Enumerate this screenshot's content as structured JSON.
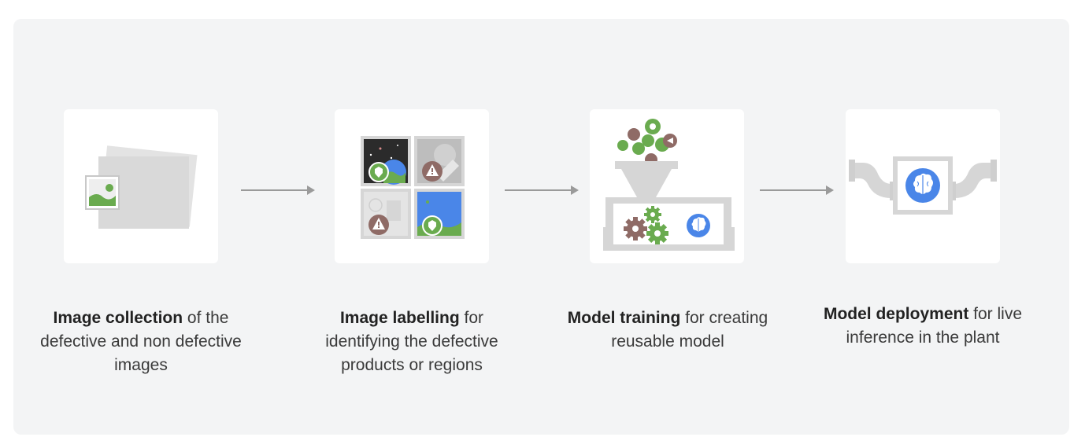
{
  "steps": [
    {
      "title": "Image collection",
      "rest": "of the defective and non defective images"
    },
    {
      "title": "Image labelling",
      "rest": "for identifying the defective products or regions"
    },
    {
      "title": "Model training",
      "rest": "for creating reusable model"
    },
    {
      "title": "Model deployment",
      "rest": "for live inference in the plant"
    }
  ],
  "icons": [
    "photo-stack-icon",
    "label-grid-icon",
    "training-hopper-icon",
    "pipeline-brain-icon"
  ],
  "colors": {
    "background_panel": "#f3f4f5",
    "card": "#ffffff",
    "green": "#6aab4f",
    "warning_brown": "#8f6b66",
    "brain_blue": "#4a86e8",
    "arrow": "#9a9a9a",
    "gray_metal": "#d6d6d6"
  }
}
